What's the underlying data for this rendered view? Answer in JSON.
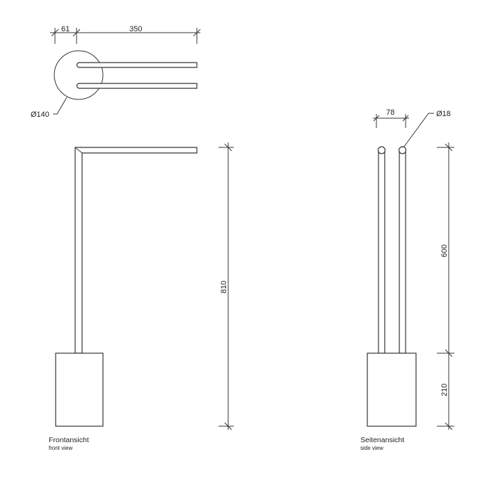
{
  "top_view": {
    "dim_plate_offset": "61",
    "dim_arm_length": "350",
    "dia_plate": "Ø140"
  },
  "front_view": {
    "dim_height": "810",
    "caption": "Frontansicht",
    "caption_en": "front view"
  },
  "side_view": {
    "dim_spacing": "78",
    "dia_rod": "Ø18",
    "dim_rod_height": "600",
    "dim_base_height": "210",
    "caption": "Seitenansicht",
    "caption_en": "side view"
  }
}
